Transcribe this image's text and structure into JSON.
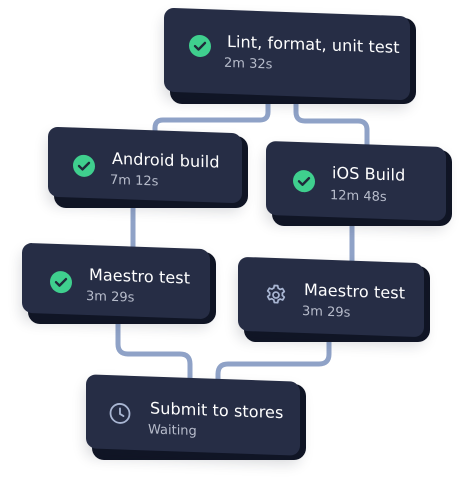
{
  "colors": {
    "card": "#262d45",
    "card_edge": "#101525",
    "connector": "#8fa2c7",
    "success": "#3fcf8e",
    "pending_icon": "#a9b6d3"
  },
  "jobs": [
    {
      "title": "Lint, format, unit test",
      "duration": "2m 32s",
      "status_icon": "check-circle-icon"
    },
    {
      "title": "Android build",
      "duration": "7m 12s",
      "status_icon": "check-circle-icon"
    },
    {
      "title": "iOS Build",
      "duration": "12m 48s",
      "status_icon": "check-circle-icon"
    },
    {
      "title": "Maestro test",
      "duration": "3m 29s",
      "status_icon": "check-circle-icon"
    },
    {
      "title": "Maestro test",
      "duration": "3m 29s",
      "status_icon": "gear-icon"
    },
    {
      "title": "Submit to stores",
      "duration": "Waiting",
      "status_icon": "clock-icon"
    }
  ]
}
